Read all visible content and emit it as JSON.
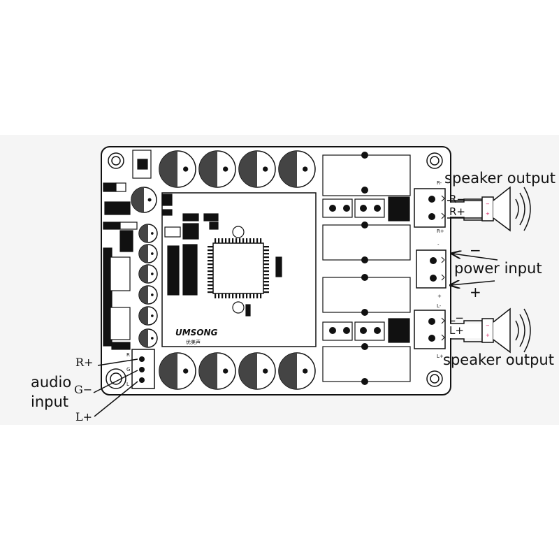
{
  "labels": {
    "speaker_output_top": "speaker output",
    "speaker_output_bottom": "speaker output",
    "power_input": "power input",
    "power_minus": "−",
    "power_plus": "+",
    "audio_input_line1": "audio",
    "audio_input_line2": "input",
    "audio_r_plus": "R+",
    "audio_g_minus": "G−",
    "audio_l_plus": "L+",
    "spk_top_r_minus": "R−",
    "spk_top_r_plus": "R+",
    "spk_bot_l_minus": "L−",
    "spk_bot_l_plus": "L+",
    "speaker_minus_mark": "−",
    "speaker_plus_mark": "+"
  },
  "silkscreen": {
    "brand_logo": "UMSONG",
    "brand_sub": "优美声",
    "conn_r": "R",
    "conn_g": "G",
    "conn_l": "L",
    "pin_r_minus": "R-",
    "pin_r_plus": "R+",
    "pin_minus": "-",
    "pin_plus": "+",
    "pin_l_minus": "L-",
    "pin_l_plus": "L+"
  },
  "colors": {
    "ink": "#111111",
    "board_fill": "#ffffff",
    "background_band": "#f5f5f5",
    "speaker_polarity_red": "#d4145a"
  }
}
